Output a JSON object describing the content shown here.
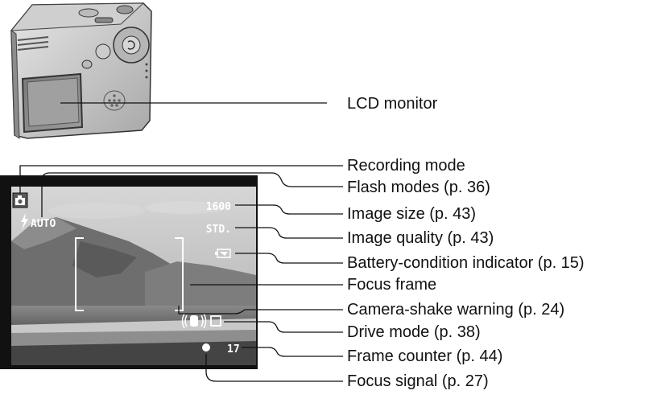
{
  "camera": {
    "monitor_label": "LCD monitor"
  },
  "screen": {
    "recording_mode_icon": "camera-icon",
    "flash_icon": "flash-bolt-icon",
    "flash_text": "AUTO",
    "image_size": "1600",
    "image_quality": "STD.",
    "battery_icon": "battery-icon",
    "shake_icon": "camera-shake-icon",
    "drive_icon": "single-frame-icon",
    "focus_signal_icon": "focus-dot-icon",
    "frame_count": "17"
  },
  "callouts": [
    {
      "id": "recording-mode",
      "text": "Recording mode"
    },
    {
      "id": "flash-modes",
      "text": "Flash modes (p. 36)"
    },
    {
      "id": "image-size",
      "text": "Image size (p. 43)"
    },
    {
      "id": "image-quality",
      "text": "Image quality (p. 43)"
    },
    {
      "id": "battery",
      "text": "Battery-condition indicator (p. 15)"
    },
    {
      "id": "focus-frame",
      "text": "Focus frame"
    },
    {
      "id": "camera-shake",
      "text": "Camera-shake warning (p. 24)"
    },
    {
      "id": "drive-mode",
      "text": "Drive mode (p. 38)"
    },
    {
      "id": "frame-counter",
      "text": "Frame counter (p. 44)"
    },
    {
      "id": "focus-signal",
      "text": "Focus signal (p. 27)"
    }
  ]
}
